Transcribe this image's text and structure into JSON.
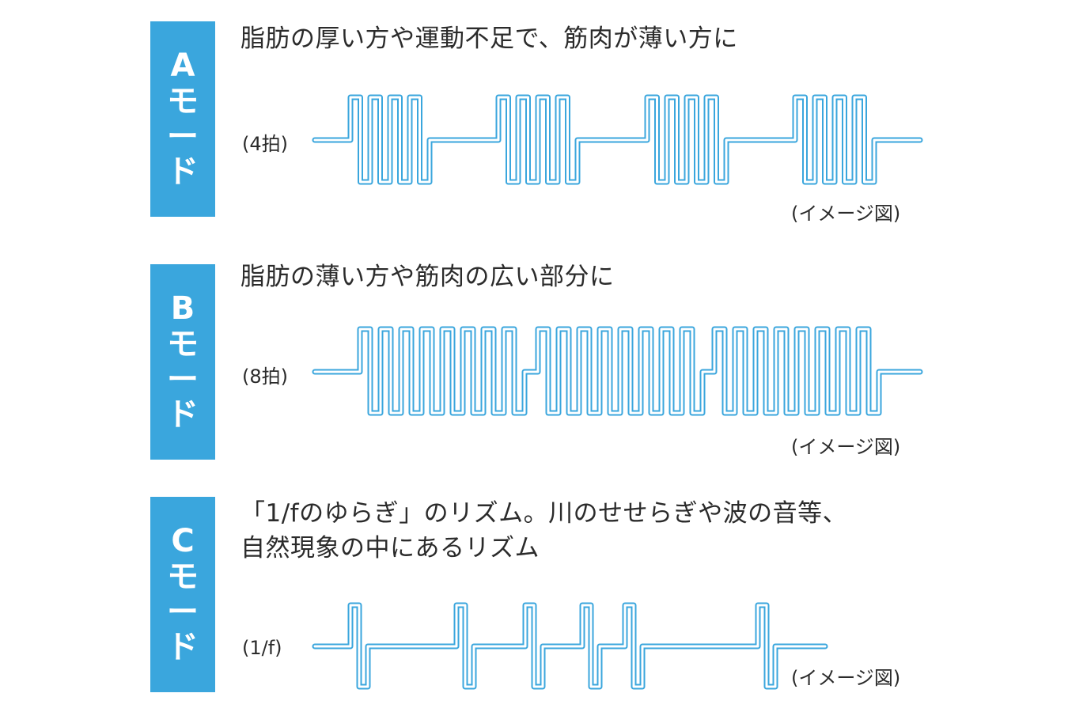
{
  "modes": [
    {
      "chars": [
        "A",
        "モ",
        "ー",
        "ド"
      ],
      "description": [
        "脂肪の厚い方や運動不足で、筋肉が薄い方に"
      ],
      "beat": "(4拍)",
      "note": "(イメージ図)"
    },
    {
      "chars": [
        "B",
        "モ",
        "ー",
        "ド"
      ],
      "description": [
        "脂肪の薄い方や筋肉の広い部分に"
      ],
      "beat": "(8拍)",
      "note": "(イメージ図)"
    },
    {
      "chars": [
        "C",
        "モ",
        "ー",
        "ド"
      ],
      "description": [
        "「1/fのゆらぎ」のリズム。川のせせらぎや波の音等、",
        "自然現象の中にあるリズム"
      ],
      "beat": "(1/f)",
      "note": "(イメージ図)"
    }
  ],
  "colors": {
    "label_bg": "#3aa6dd",
    "wave": "#3aa6dd",
    "text": "#2b2b2b"
  }
}
